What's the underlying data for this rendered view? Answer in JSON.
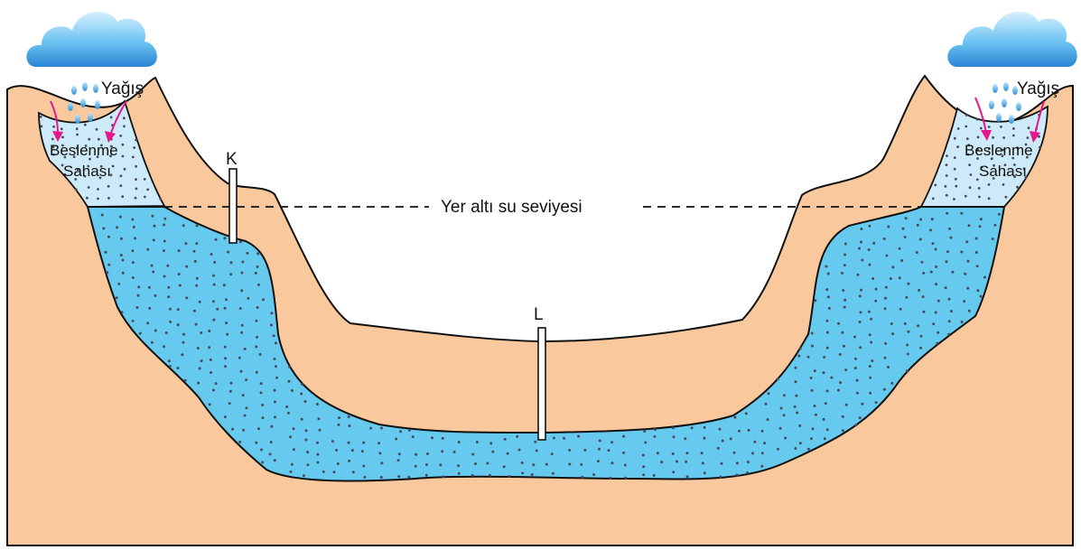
{
  "labels": {
    "rain_left": "Yağış",
    "rain_right": "Yağış",
    "recharge_left_line1": "Beslenme",
    "recharge_left_line2": "Sahası",
    "recharge_right_line1": "Beslenme",
    "recharge_right_line2": "Sahası",
    "water_table": "Yer altı su seviyesi",
    "well_k": "K",
    "well_l": "L"
  },
  "colors": {
    "soil": "#f9c99d",
    "aquifer": "#66c9ee",
    "recharge_zone": "#cdeaf8",
    "rain_arrow": "#e6168c",
    "cloud": "#3f9fe0",
    "dots": "#4a4a5a"
  }
}
